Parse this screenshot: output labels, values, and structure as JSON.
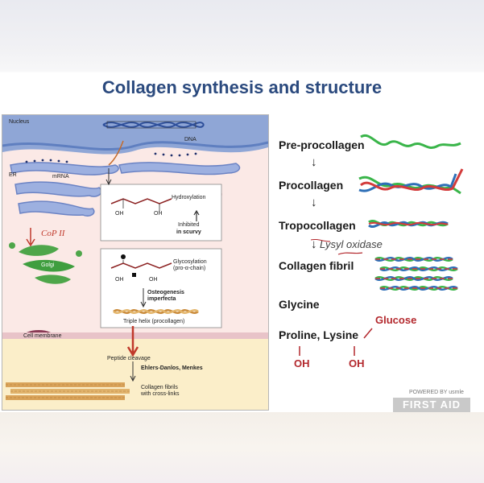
{
  "slide": {
    "title": "Collagen synthesis and structure"
  },
  "diagram": {
    "nucleus_label": "Nucleus",
    "dna_label": "DNA",
    "mrna_label": "mRNA",
    "er_label": "ER",
    "golgi_label": "Golgi",
    "hydroxylation_label": "Hydroxylation",
    "inhibited_label": "Inhibited",
    "in_scurvy_label": "in scurvy",
    "oh_1": "OH",
    "oh_2": "OH",
    "oh_3": "OH",
    "oh_4": "OH",
    "glycosylation_label": "Glycosylation",
    "glycosylation_sub": "(pro-α-chain)",
    "osteogenesis_label": "Osteogenesis",
    "imperfecta_label": "imperfecta",
    "triple_helix_label": "Triple helix (procollagen)",
    "cell_membrane_label": "Cell membrane",
    "peptide_cleavage_label": "Peptide cleavage",
    "ehlers_label": "Ehlers-Danlos, Menkes",
    "collagen_fibrils_label": "Collagen fibrils",
    "cross_links_label": "with cross-links",
    "handwritten_cop": "CoP II"
  },
  "steps": {
    "pre_procollagen": "Pre-procollagen",
    "procollagen": "Procollagen",
    "tropocollagen": "Tropocollagen",
    "lysyl_oxidase": "Lysyl oxidase",
    "collagen_fibril": "Collagen fibril",
    "glycine": "Glycine",
    "proline_lysine": "Proline, Lysine",
    "glucose": "Glucose",
    "oh_left": "OH",
    "oh_right": "OH"
  },
  "branding": {
    "powered_by": "POWERED BY usmle",
    "first_aid": "FIRST AID"
  },
  "colors": {
    "title": "#2b4a7e",
    "strand_green": "#3ab54a",
    "strand_blue": "#2e6fb7",
    "strand_red": "#d33b3b",
    "annotation_red": "#b3282d"
  }
}
